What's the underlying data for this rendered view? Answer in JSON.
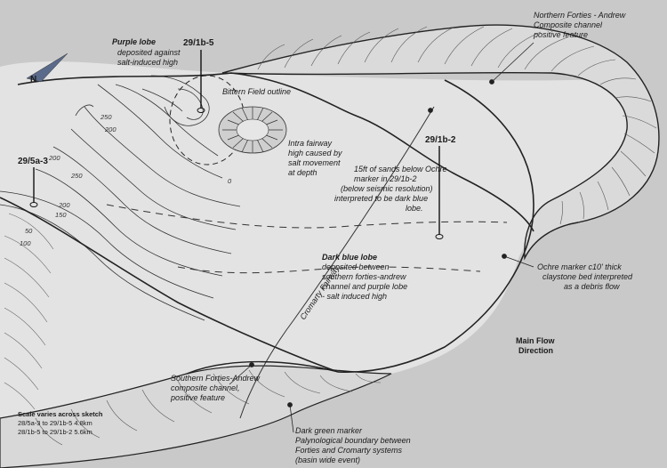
{
  "labels": {
    "purple_lobe_title": "Purple lobe",
    "purple_lobe_l1": "deposited against",
    "purple_lobe_l2": "salt-induced high",
    "well_29_1b_5": "29/1b-5",
    "bittern": "Bittern Field outline",
    "intra_l1": "Intra fairway",
    "intra_l2": "high caused by",
    "intra_l3": "salt movement",
    "intra_l4": "at depth",
    "well_29_1b_2": "29/1b-2",
    "well_29_5a_3": "29/5a-3",
    "sands_l1": "15ft of sands below Ochre",
    "sands_l2": "marker in 29/1b-2",
    "sands_l3": "(below seismic resolution)",
    "sands_l4": "interpreted to be dark blue",
    "sands_l5": "lobe.",
    "northern_l1": "Northern Forties - Andrew",
    "northern_l2": "Composite channel",
    "northern_l3": "positive feature",
    "dark_blue_title": "Dark blue lobe",
    "dark_blue_l1": "deposited between",
    "dark_blue_l2": "southern forties-andrew",
    "dark_blue_l3": "channel and purple lobe",
    "dark_blue_l4": "- salt induced high",
    "cromarty": "Cromarty Fairway",
    "ochre_l1": "Ochre marker c10' thick",
    "ochre_l2": "claystone bed interpreted",
    "ochre_l3": "as a debris flow",
    "main_flow_l1": "Main Flow",
    "main_flow_l2": "Direction",
    "southern_l1": "Southern Forties-Andrew",
    "southern_l2": "composite channel,",
    "southern_l3": "positive feature",
    "dark_green_title": "Dark green marker",
    "dark_green_l1": "Palynological boundary between",
    "dark_green_l2": "Forties and Cromarty systems",
    "dark_green_l3": "(basin wide event)",
    "scale_title": "Scale varies across sketch",
    "scale_l1": "28/5a-3 to 29/1b-5   4.8km",
    "scale_l2": "28/1b-5 to 29/1b-2   5.6km",
    "north": "N"
  },
  "contours": {
    "c50": "50",
    "c100": "100",
    "c150": "150",
    "c200a": "200",
    "c200b": "200",
    "c200c": "200",
    "c250a": "250",
    "c250b": "250",
    "c0": "0"
  }
}
